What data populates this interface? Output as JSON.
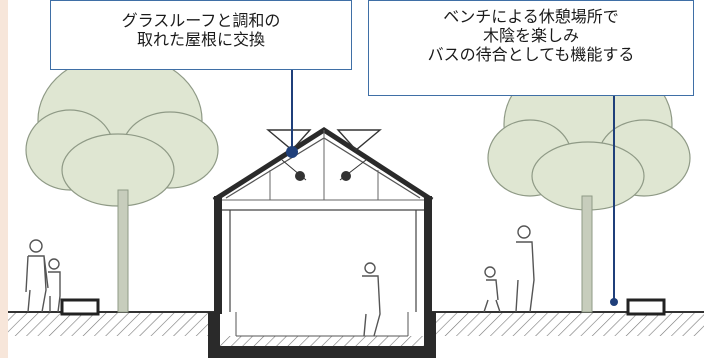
{
  "callouts": {
    "roof": {
      "line1": "グラスルーフと調和の",
      "line2": "取れた屋根に交換"
    },
    "bench": {
      "line1": "ベンチによる休憩場所で",
      "line2": "木陰を楽しみ",
      "line3": "バスの待合としても機能する"
    }
  },
  "colors": {
    "accent_line": "#1f3f7a",
    "callout_border": "#3f6fa6",
    "tree_foliage": "#dfe6d2",
    "tree_outline": "#8f9a86",
    "left_strip": "#f7e6da",
    "structure": "#333333"
  }
}
